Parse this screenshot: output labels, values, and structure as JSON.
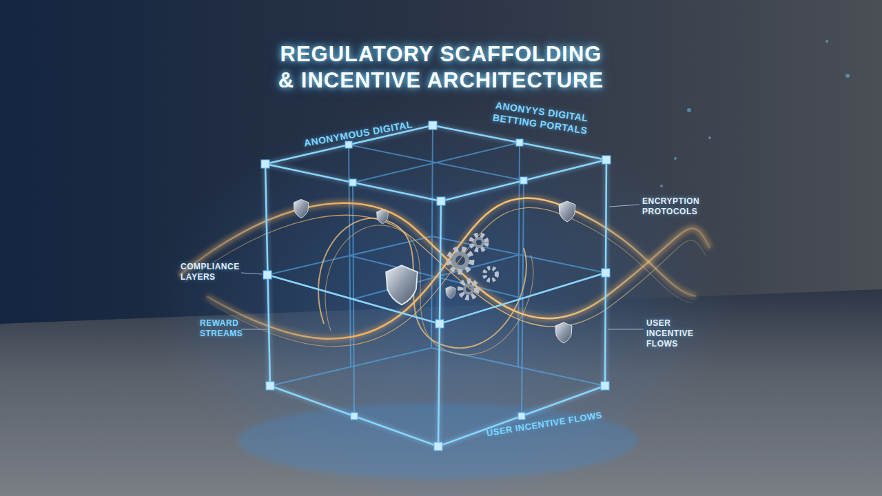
{
  "diagram": {
    "title": "REGULATORY SCAFFOLDING & INCENTIVE ARCHITECTURE",
    "labels": [
      "ANONYMOUS DIGITAL",
      "ANONYYS DIGITAL BETTING PORTALS",
      "COMPLIANCE LAYERS",
      "ENCRYPTION PROTOCOLS",
      "REWARD STREAMS",
      "USER INCENTIVE FLOWS",
      "USER INCENTIVE FLOWS"
    ]
  }
}
